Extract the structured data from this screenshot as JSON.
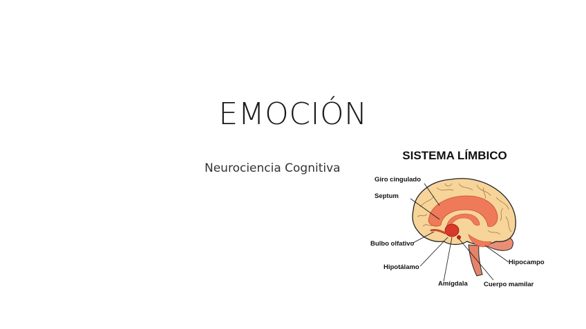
{
  "slide": {
    "title": "EMOCIÓN",
    "subtitle": "Neurociencia Cognitiva"
  },
  "figure": {
    "title": "SISTEMA LÍMBICO",
    "labels": {
      "giro_cingulado": "Giro cingulado",
      "septum": "Septum",
      "bulbo_olfativo": "Bulbo olfativo",
      "hipotalamo": "Hipotálamo",
      "amigdala": "Amígdala",
      "cuerpo_mamilar": "Cuerpo mamilar",
      "hipocampo": "Hipocampo"
    },
    "colors": {
      "brain_fill": "#f6d49a",
      "limbic": "#ef7a5a",
      "stem": "#e5836a",
      "outline": "#222222"
    }
  }
}
